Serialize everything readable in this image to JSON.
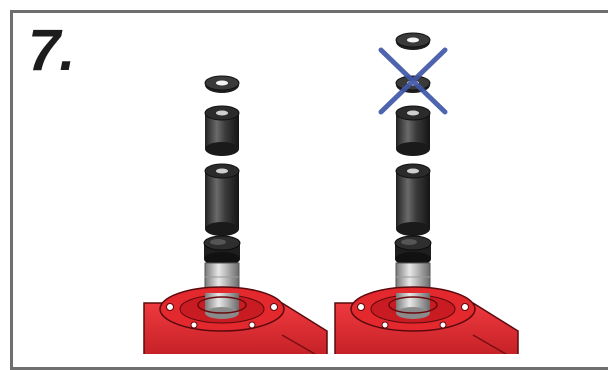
{
  "step": {
    "number_label": "7."
  },
  "assemblies": [
    {
      "id": "correct",
      "marked_wrong": false
    },
    {
      "id": "incorrect",
      "marked_wrong": true
    }
  ],
  "colors": {
    "frame": "#6f6f6f",
    "housing_red": "#d6232a",
    "spacer_dark": "#3a3a3a",
    "cross_blue": "#3f57a8"
  }
}
